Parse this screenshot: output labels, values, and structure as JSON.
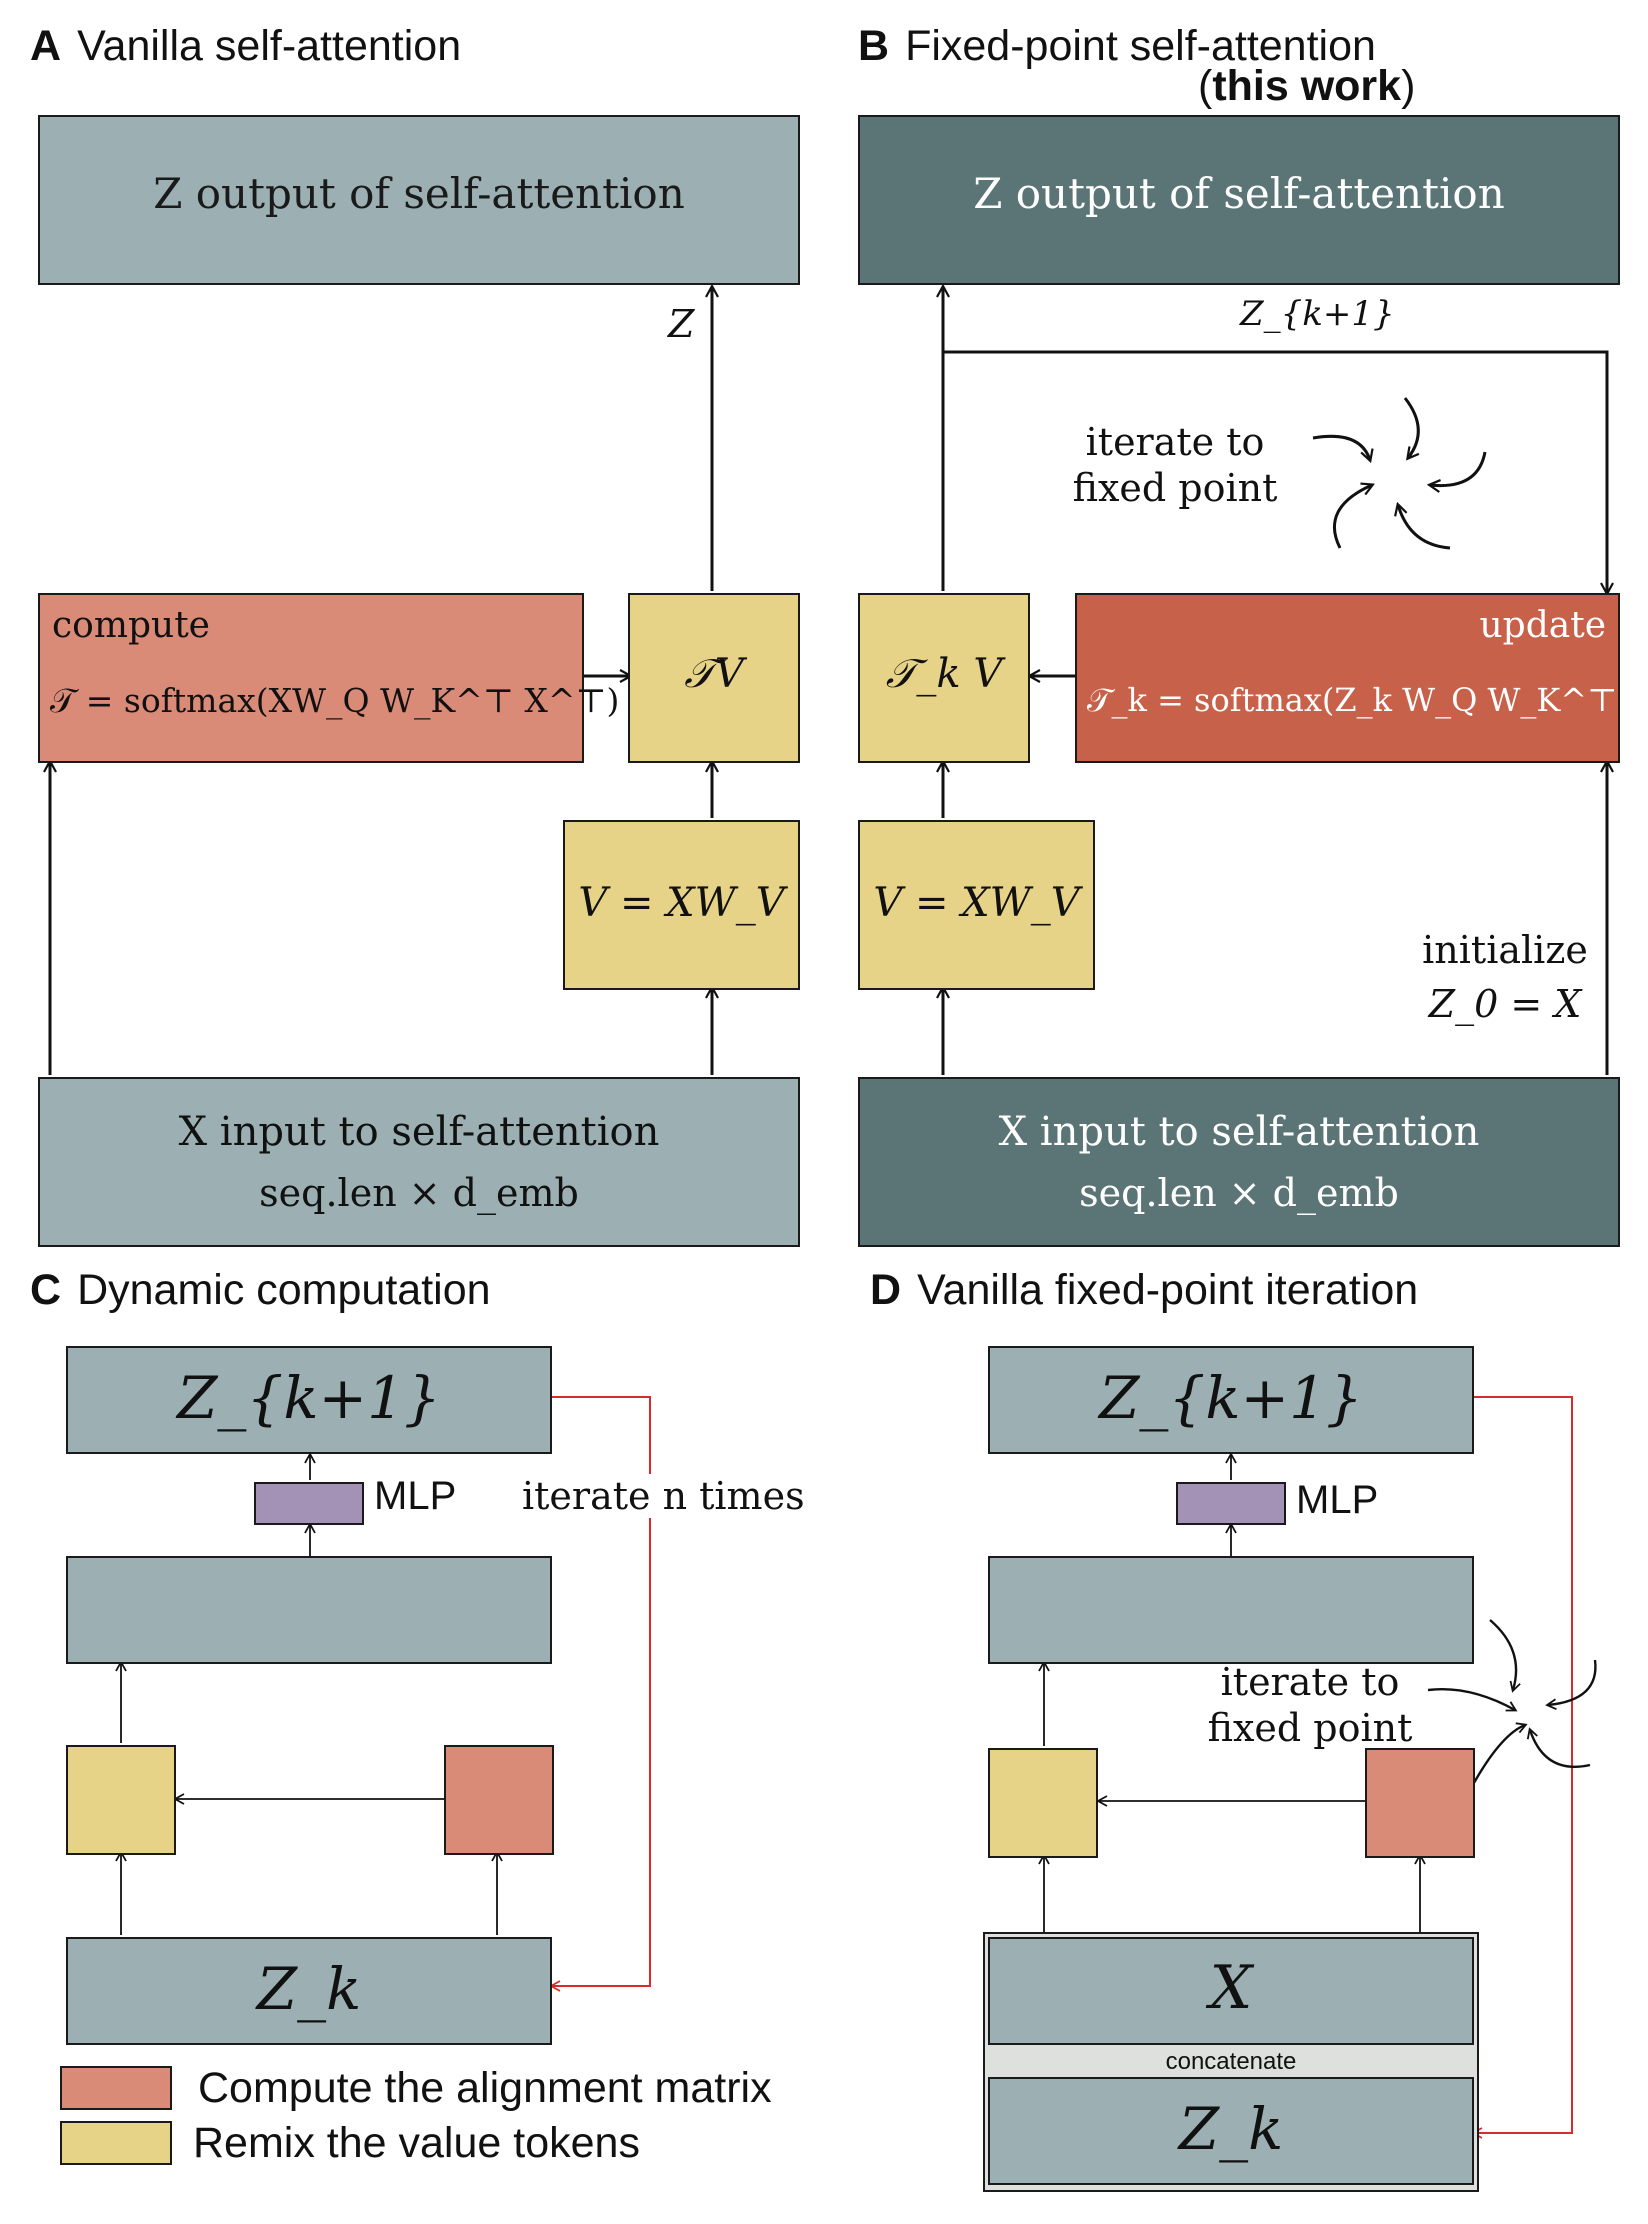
{
  "colors": {
    "light_slate": "#9cb0b3",
    "dark_slate": "#5b7476",
    "salmon": "#d98b78",
    "rust": "#c8614a",
    "sand": "#e7d387",
    "lavender": "#a392b6",
    "concat_bg": "#dde0dc",
    "feedback_red": "#d92b2b"
  },
  "panel_a": {
    "letter": "A",
    "title": "Vanilla self-attention",
    "output_box": "Z output of self-attention",
    "arrow_label": "Z",
    "compute_title": "compute",
    "compute_formula": "𝒯 = softmax(XW_Q W_K^⊤ X^⊤)",
    "tv_label": "𝒯V",
    "v_formula": "V = XW_V",
    "input_line1": "X input to self-attention",
    "input_line2": "seq.len × d_emb"
  },
  "panel_b": {
    "letter": "B",
    "title": "Fixed-point self-attention",
    "subtitle": "this work",
    "output_box": "Z output of self-attention",
    "arrow_label": "Z_{k+1}",
    "iterate_line1": "iterate to",
    "iterate_line2": "fixed point",
    "update_title": "update",
    "update_formula": "𝒯_k = softmax(Z_k W_Q W_K^⊤ Z_k^⊤)",
    "tkv_label": "𝒯_k V",
    "v_formula": "V = XW_V",
    "init_line1": "initialize",
    "init_line2": "Z_0 = X",
    "input_line1": "X input to self-attention",
    "input_line2": "seq.len × d_emb"
  },
  "panel_c": {
    "letter": "C",
    "title": "Dynamic computation",
    "top_box": "Z_{k+1}",
    "mlp": "MLP",
    "loop_label": "iterate n times",
    "bottom_box": "Z_k",
    "legend": [
      {
        "label": "Compute the alignment matrix",
        "color": "#d98b78"
      },
      {
        "label": "Remix the value tokens",
        "color": "#e7d387"
      }
    ]
  },
  "panel_d": {
    "letter": "D",
    "title": "Vanilla fixed-point iteration",
    "top_box": "Z_{k+1}",
    "mlp": "MLP",
    "iterate_line1": "iterate to",
    "iterate_line2": "fixed point",
    "x_box": "X",
    "concat_label": "concatenate",
    "zk_box": "Z_k"
  }
}
